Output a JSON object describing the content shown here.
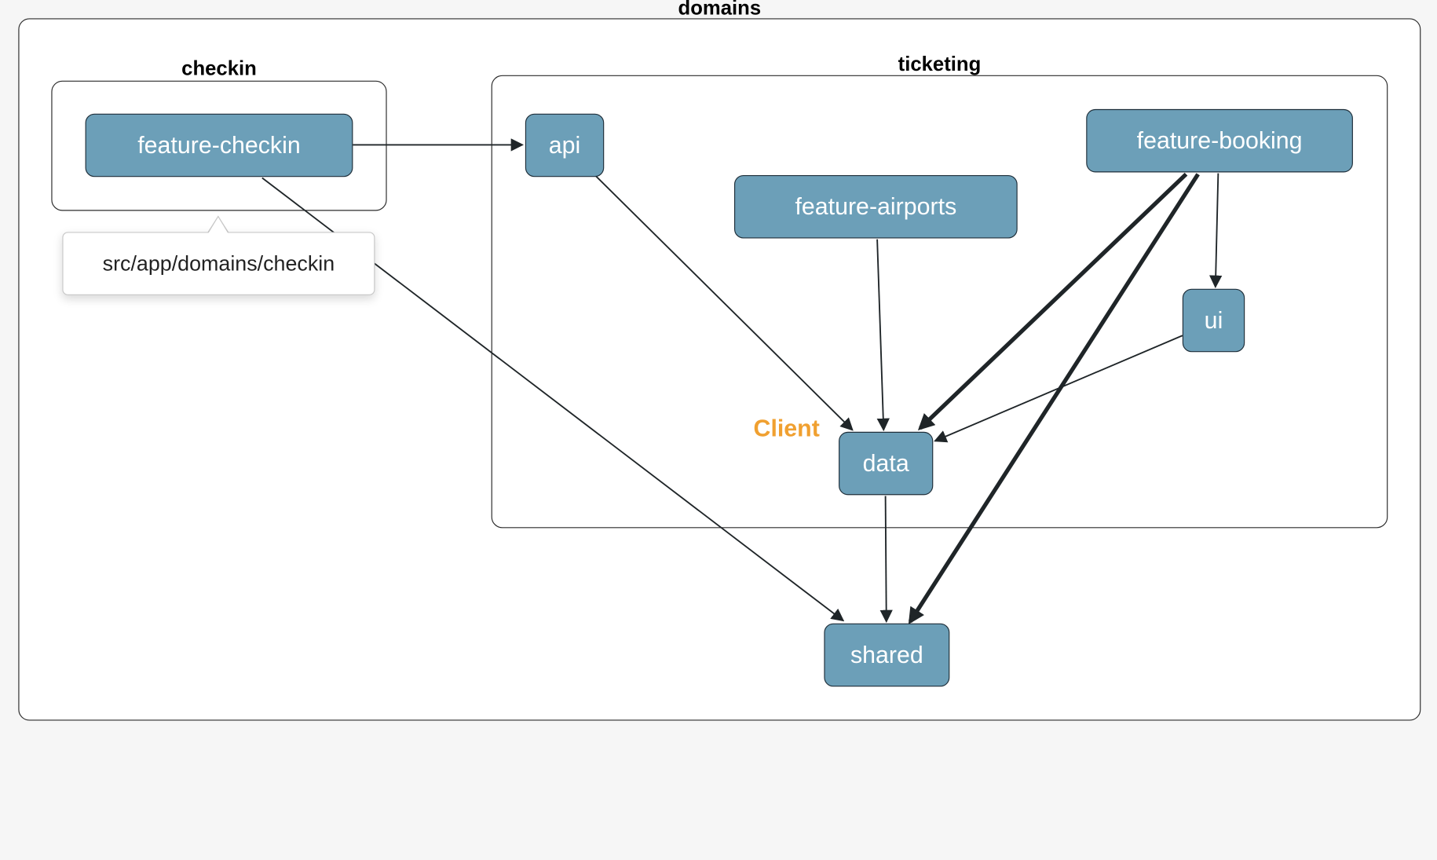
{
  "groups": {
    "domains": {
      "title": "domains"
    },
    "checkin": {
      "title": "checkin"
    },
    "ticketing": {
      "title": "ticketing"
    }
  },
  "nodes": {
    "feature_checkin": "feature-checkin",
    "api": "api",
    "feature_airports": "feature-airports",
    "feature_booking": "feature-booking",
    "ui": "ui",
    "data": "data",
    "shared": "shared"
  },
  "tooltip": {
    "text": "src/app/domains/checkin"
  },
  "annotation": {
    "text": "Client",
    "color": "#f0a030"
  },
  "colors": {
    "node_fill": "#6c9fb8",
    "node_border": "#1f2f3a",
    "edge": "#1f2528",
    "background": "#f6f6f6"
  }
}
